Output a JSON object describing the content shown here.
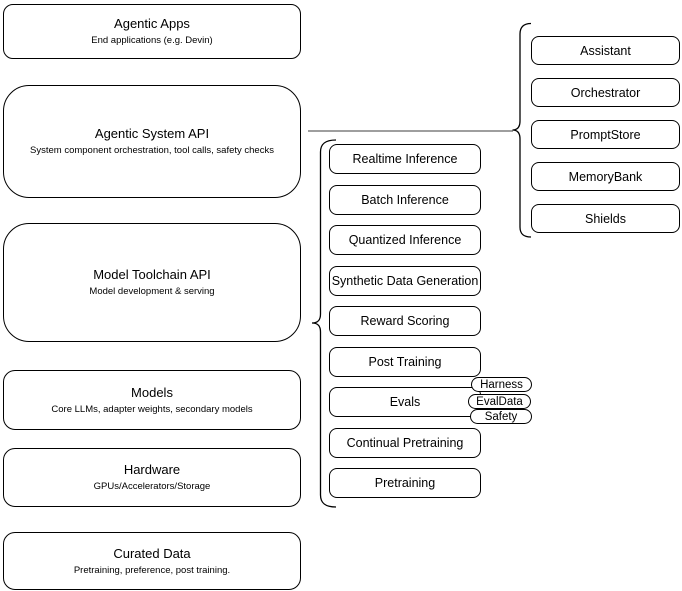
{
  "diagram": {
    "colors": {
      "background": "#ffffff",
      "node_stroke": "#000000",
      "brace_stroke": "#000000",
      "connector_line": "#7f7f7f",
      "text": "#000000"
    },
    "left_column": {
      "agentic_apps": {
        "title": "Agentic Apps",
        "subtitle": "End applications (e.g. Devin)"
      },
      "agentic_system_api": {
        "title": "Agentic System API",
        "subtitle": "System component orchestration, tool calls, safety checks"
      },
      "model_toolchain_api": {
        "title": "Model Toolchain API",
        "subtitle": "Model development & serving"
      },
      "models": {
        "title": "Models",
        "subtitle": "Core LLMs, adapter weights, secondary models"
      },
      "hardware": {
        "title": "Hardware",
        "subtitle": "GPUs/Accelerators/Storage"
      },
      "curated_data": {
        "title": "Curated Data",
        "subtitle": "Pretraining, preference, post training."
      }
    },
    "toolchain_services": [
      "Realtime Inference",
      "Batch Inference",
      "Quantized Inference",
      "Synthetic Data Generation",
      "Reward Scoring",
      "Post Training",
      "Evals",
      "Continual Pretraining",
      "Pretraining"
    ],
    "evals_tags": [
      "Harness",
      "EvalData",
      "Safety"
    ],
    "agentic_services": [
      "Assistant",
      "Orchestrator",
      "PromptStore",
      "MemoryBank",
      "Shields"
    ]
  }
}
